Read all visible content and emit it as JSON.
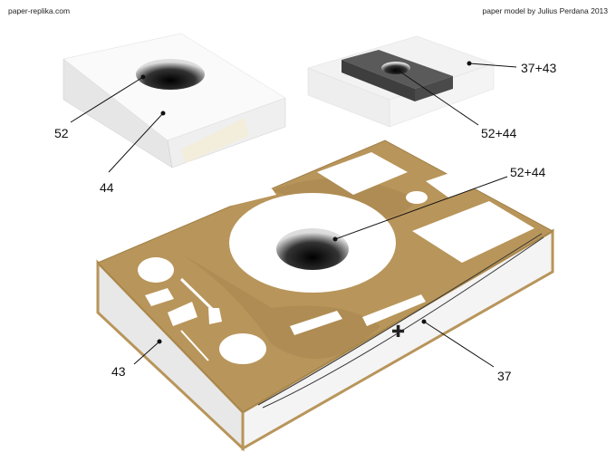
{
  "header": {
    "site": "paper-replika.com",
    "credit": "paper model by Julius Perdana 2013"
  },
  "labels": {
    "small_box_hole": "52",
    "small_box_body": "44",
    "clear_box_body": "37+43",
    "clear_box_insert": "52+44",
    "main_ring": "52+44",
    "main_side_left": "43",
    "main_side_right": "37"
  },
  "colors": {
    "board": "#b8955a",
    "board_dark": "#a07f45",
    "paper": "#ffffff",
    "insert": "#5a5a5a"
  }
}
